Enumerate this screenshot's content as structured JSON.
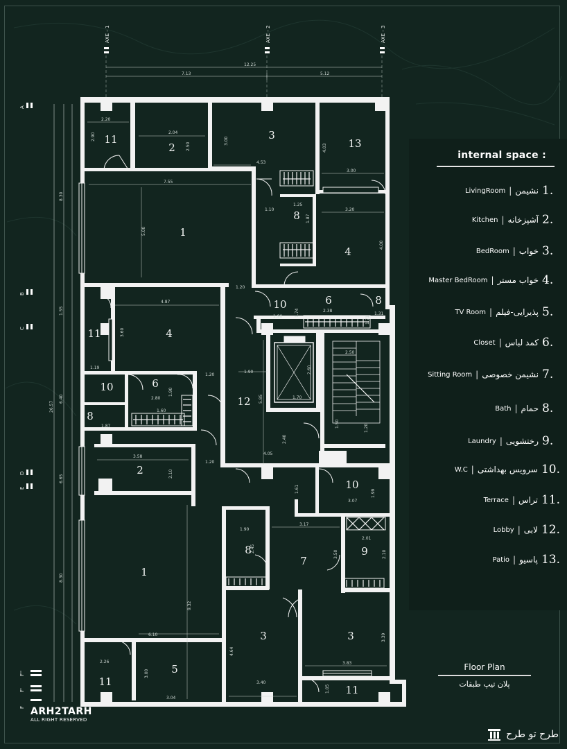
{
  "axes": {
    "vertical": [
      "AXE - 1",
      "AXE - 2",
      "AXE - 3"
    ],
    "horizontal": [
      "A",
      "B",
      "C",
      "D",
      "E",
      "F",
      "F'",
      "F''"
    ]
  },
  "dimensions": {
    "total_width": "12.25",
    "width_1": "7.13",
    "width_2": "5.12",
    "total_height": "26.57",
    "h_830_top": "8.30",
    "h_155": "1.55",
    "h_640": "6.40",
    "h_665": "6.65",
    "h_830_bottom": "8.30",
    "interior": [
      "2.20",
      "2.90",
      "2.04",
      "2.50",
      "3.00",
      "4.53",
      "4.03",
      "3.00",
      "7.55",
      "5.00",
      "1.10",
      "1.25",
      "1.87",
      "3.20",
      "4.00",
      "1.20",
      "1.74",
      "1.90",
      "2.38",
      "1.71",
      "1.31",
      "4.87",
      "3.60",
      "1.19",
      "1.20",
      "1.90",
      "2.50",
      "2.60",
      "1.70",
      "5.85",
      "2.80",
      "1.90",
      "1.60",
      "1.87",
      "1.50",
      "1.20",
      "2.40",
      "4.05",
      "3.58",
      "2.10",
      "1.20",
      "1.61",
      "1.99",
      "3.07",
      "1.90",
      "3.17",
      "2.01",
      "2.45",
      "3.50",
      "2.10",
      "9.32",
      "6.10",
      "2.26",
      "3.00",
      "3.04",
      "4.64",
      "3.40",
      "3.39",
      "3.83",
      "1.05"
    ]
  },
  "rooms": [
    {
      "num": "11"
    },
    {
      "num": "2"
    },
    {
      "num": "3"
    },
    {
      "num": "13"
    },
    {
      "num": "1"
    },
    {
      "num": "8"
    },
    {
      "num": "4"
    },
    {
      "num": "10"
    },
    {
      "num": "6"
    },
    {
      "num": "8"
    },
    {
      "num": "11"
    },
    {
      "num": "4"
    },
    {
      "num": "12"
    },
    {
      "num": "10"
    },
    {
      "num": "6"
    },
    {
      "num": "8"
    },
    {
      "num": "2"
    },
    {
      "num": "10"
    },
    {
      "num": "1"
    },
    {
      "num": "8"
    },
    {
      "num": "7"
    },
    {
      "num": "9"
    },
    {
      "num": "3"
    },
    {
      "num": "3"
    },
    {
      "num": "5"
    },
    {
      "num": "11"
    },
    {
      "num": "11"
    }
  ],
  "legend": {
    "title": "internal space :",
    "items": [
      {
        "num": "1.",
        "fa": "نشیمن",
        "en": "LivingRoom"
      },
      {
        "num": "2.",
        "fa": "آشپزخانه",
        "en": "Kitchen"
      },
      {
        "num": "3.",
        "fa": "خواب",
        "en": "BedRoom"
      },
      {
        "num": "4.",
        "fa": "خواب مستر",
        "en": "Master BedRoom"
      },
      {
        "num": "5.",
        "fa": "پذیرایی-فیلم",
        "en": "TV Room"
      },
      {
        "num": "6.",
        "fa": "کمد لباس",
        "en": "Closet"
      },
      {
        "num": "7.",
        "fa": "نشیمن خصوصی",
        "en": "Sitting Room"
      },
      {
        "num": "8.",
        "fa": "حمام",
        "en": "Bath"
      },
      {
        "num": "9.",
        "fa": "رختشویی",
        "en": "Laundry"
      },
      {
        "num": "10.",
        "fa": "سرویس بهداشتی",
        "en": "W.C"
      },
      {
        "num": "11.",
        "fa": "تراس",
        "en": "Terrace"
      },
      {
        "num": "12.",
        "fa": "لابی",
        "en": "Lobby"
      },
      {
        "num": "13.",
        "fa": "پاسیو",
        "en": "Patio"
      }
    ]
  },
  "caption": {
    "en": "Floor Plan",
    "fa": "پلان تیپ طبقات"
  },
  "brand": {
    "name": "ARH2TARH",
    "rights": "ALL RIGHT RESERVED",
    "fa": "طرح تو طرح"
  },
  "colors": {
    "background": "#12251f",
    "walls": "#f2f2f2",
    "legend_bg": "#0f1f1a"
  }
}
